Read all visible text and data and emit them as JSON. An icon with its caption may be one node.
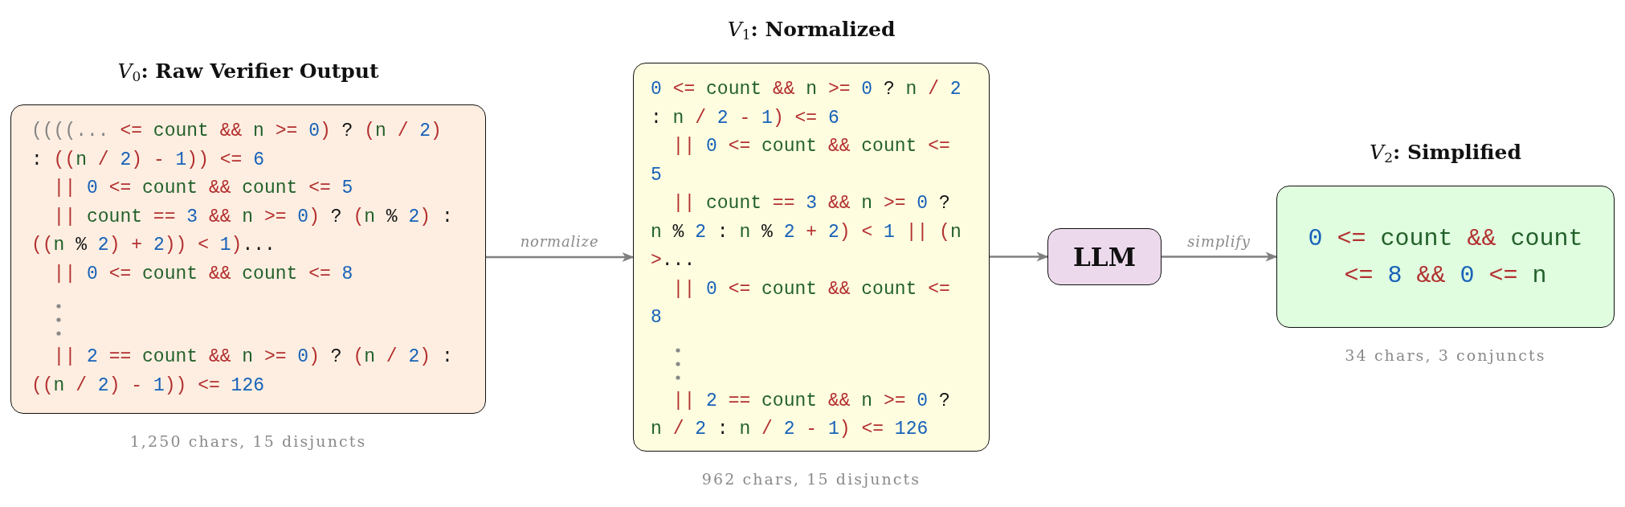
{
  "diagram": {
    "nodes": [
      {
        "text": [
          "*V*$_{0}$**: Raw Verifier Output**",
          "((((... <= count && n >= 0) ? (n / 2)",
          ": ((n / 2) - 1)) <= 6",
          "|| 0 <= count && count <= 5",
          "|| count == 3 && n >= 0) ? (n % 2) :",
          "((n % 2) + 2)) < 1)...",
          "|| 0 <= count && count <= 8",
          "|| 2 == count && n >= 0) ? (n / 2) :",
          "((n / 2) - 1)) <= 126"
        ],
        "beside": [
          "1,250 chars, 15 disjuncts"
        ]
      },
      {
        "text": [
          "*V*$_{1}$**: Normalized**",
          "0 <= count && n >= 0 ? n / 2",
          ": n / 2 - 1) <= 6",
          "|| 0 <= count && count <=",
          "5",
          "|| count == 3 && n >= 0 ?",
          "n % 2 : n % 2 + 2) < 1 || (n",
          ">...",
          "|| 0 <= count && count <=",
          "8",
          "|| 2 == count && n >= 0 ?",
          "n / 2 : n / 2 - 1) <= 126"
        ],
        "beside": [
          "962 chars, 15 disjuncts"
        ]
      },
      {
        "text": [
          "LLM"
        ]
      },
      {
        "text": [
          "*V*$_{2}$**: Simplified**",
          "0 <= count && count <= 8 && 0 <= n"
        ],
        "beside": [
          "34 chars, 3 conjuncts"
        ]
      }
    ],
    "edges": [
      {
        "from": 0,
        "to": 1,
        "arrow": "to",
        "label": "normalize"
      },
      {
        "from": 1,
        "to": 2,
        "arrow": "to"
      },
      {
        "from": 2,
        "to": 3,
        "arrow": "to",
        "label": "simplify"
      }
    ]
  }
}
